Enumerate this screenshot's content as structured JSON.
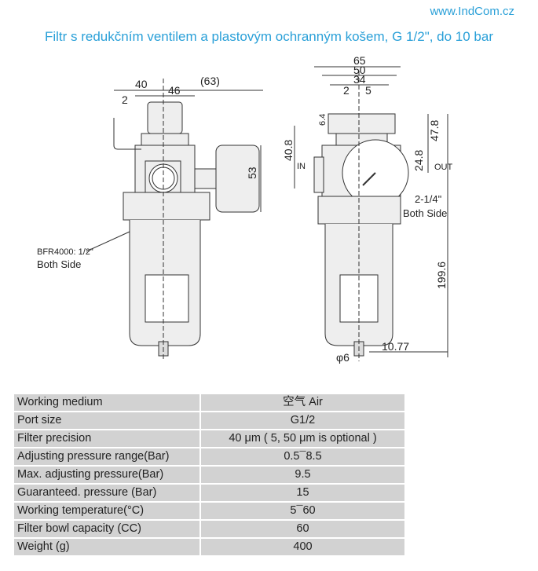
{
  "header": {
    "url": "www.IndCom.cz",
    "title": "Filtr s redukčním ventilem a plastovým ochranným košem, G 1/2\", do 10 bar"
  },
  "drawing_left": {
    "dims": [
      "40",
      "46",
      "(63)",
      "2",
      "53"
    ],
    "note_model": "BFR4000: 1/2\"",
    "note_side": "Both Side"
  },
  "drawing_right": {
    "dims": [
      "65",
      "50",
      "34",
      "2",
      "5",
      "6.4",
      "40.8",
      "47.8",
      "24.8",
      "199.6",
      "10.77",
      "φ6"
    ],
    "in": "IN",
    "out": "OUT",
    "port": "2-1/4\"",
    "port_side": "Both Side"
  },
  "specs": [
    {
      "label": "Working medium",
      "value": "空气  Air"
    },
    {
      "label": "Port size",
      "value": "G1/2"
    },
    {
      "label": "Filter precision",
      "value": "40 μm ( 5, 50 μm is optional )"
    },
    {
      "label": "Adjusting pressure range(Bar)",
      "value": "0.5¯8.5"
    },
    {
      "label": "Max. adjusting pressure(Bar)",
      "value": "9.5"
    },
    {
      "label": "Guaranteed. pressure (Bar)",
      "value": "15"
    },
    {
      "label": "Working temperature(°C)",
      "value": "5¯60"
    },
    {
      "label": "Filter bowl capacity (CC)",
      "value": "60"
    },
    {
      "label": "Weight (g)",
      "value": "400"
    }
  ]
}
